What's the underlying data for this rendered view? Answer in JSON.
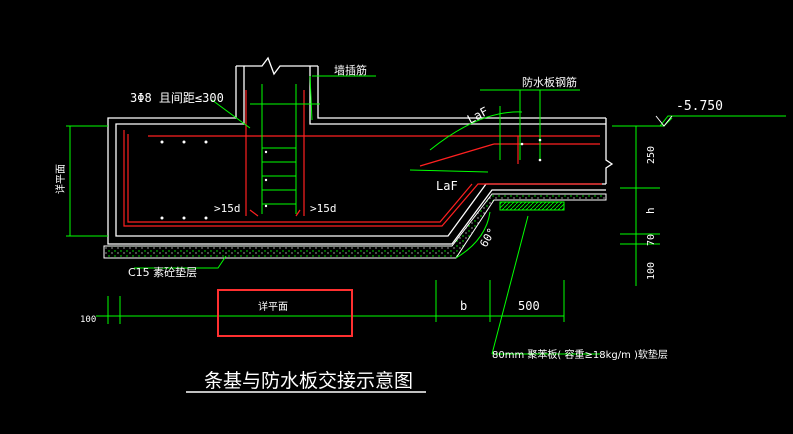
{
  "drawing": {
    "title": "条基与防水板交接示意图",
    "colors": {
      "background": "#000000",
      "white": "#ffffff",
      "green": "#00ff00",
      "red": "#ff2020",
      "highlight": "#ff3030"
    },
    "labels": {
      "rebar_spec": "3Φ8 且间距≤300",
      "wall_insert": "墙插筋",
      "waterproof_rebar": "防水板钢筋",
      "laf_top": "LaF",
      "laf_bottom": "LaF",
      "elevation": "-5.750",
      "dim_15d_left": ">15d",
      "dim_15d_right": ">15d",
      "left_height": "详平面",
      "cushion": "C15 素砼垫层",
      "angle": "60°",
      "plan_box": "详平面",
      "dim_b": "b",
      "dim_500": "500",
      "dim_100_left": "100",
      "dim_250": "250",
      "dim_h": "h",
      "dim_70": "70",
      "dim_100_right": "100",
      "foam_note": "80mm 聚苯板( 容重≥18kg/m )软垫层"
    }
  }
}
